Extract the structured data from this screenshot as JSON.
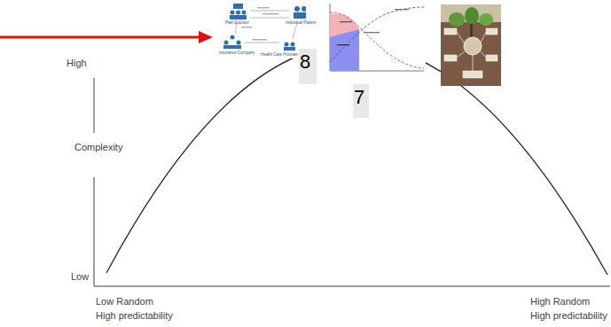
{
  "diagram": {
    "labels": [
      "High",
      "Complexity",
      "Low",
      "Low Random",
      "High predictability",
      "High Random",
      "High predictability",
      "8",
      "7",
      "Plan Sponsor",
      "Individual Patient",
      "Insurance Company",
      "Health Care Provider"
    ]
  }
}
